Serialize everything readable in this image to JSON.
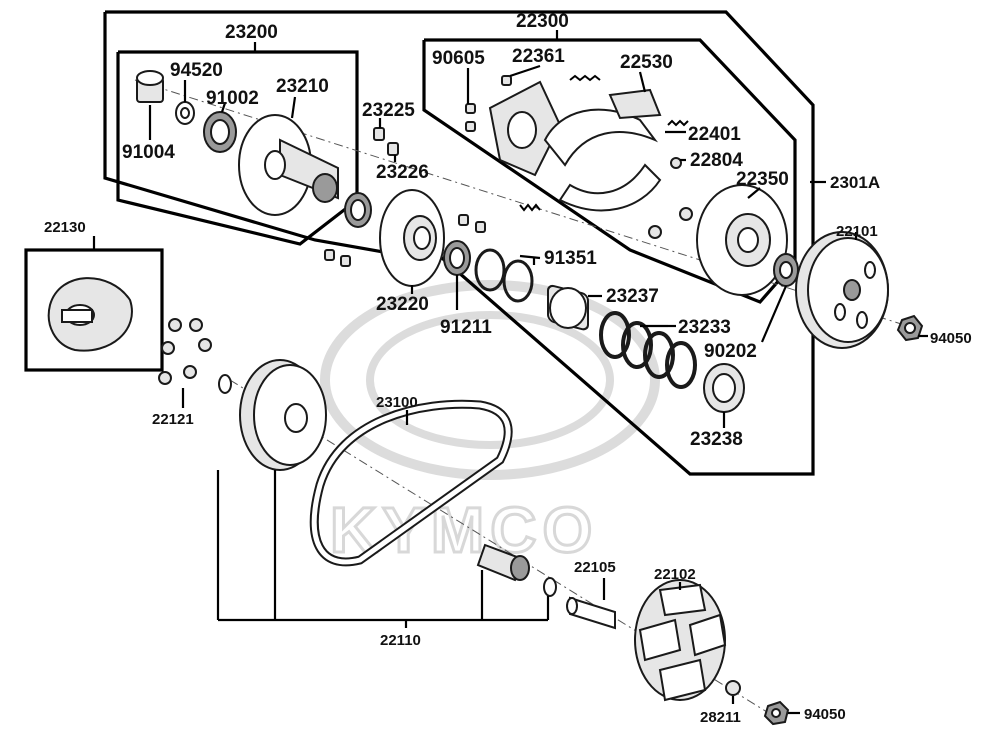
{
  "watermark": {
    "brand": "KYMCO"
  },
  "groups": {
    "g23200": "23200",
    "g22300": "22300",
    "g2301A": "2301A",
    "g22110": "22110"
  },
  "parts": {
    "p94520": "94520",
    "p91002": "91002",
    "p23210": "23210",
    "p91004": "91004",
    "p23225": "23225",
    "p23226": "23226",
    "p90605": "90605",
    "p22361": "22361",
    "p22530": "22530",
    "p22401": "22401",
    "p22804": "22804",
    "p22350": "22350",
    "p22101": "22101",
    "p94050a": "94050",
    "p91351": "91351",
    "p23220": "23220",
    "p91211": "91211",
    "p23237": "23237",
    "p23233": "23233",
    "p90202": "90202",
    "p23238": "23238",
    "p22130": "22130",
    "p22121": "22121",
    "p23100": "23100",
    "p22105": "22105",
    "p22102": "22102",
    "p28211": "28211",
    "p94050b": "94050"
  }
}
